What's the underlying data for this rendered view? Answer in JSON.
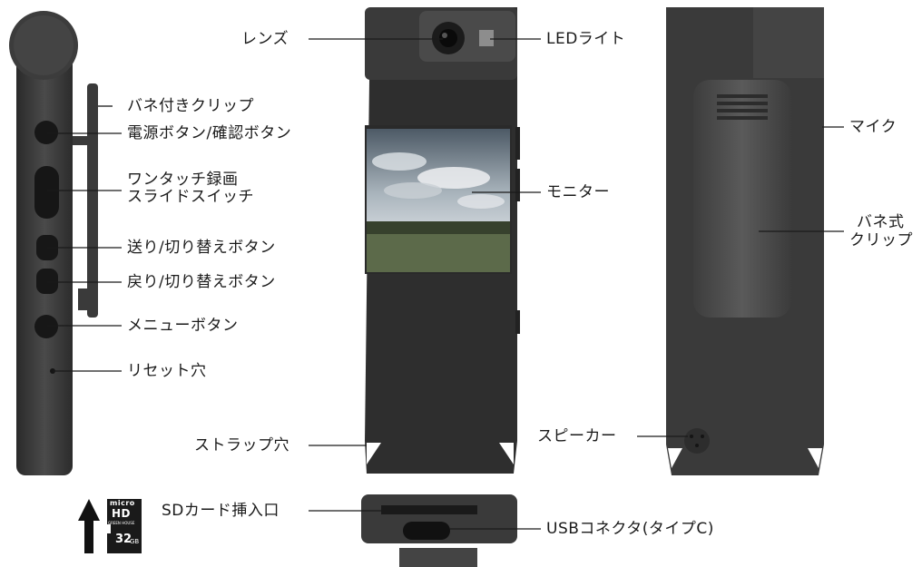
{
  "labels": {
    "lens": "レンズ",
    "led_light": "LEDライト",
    "spring_clip": "バネ付きクリップ",
    "power_button": "電源ボタン/確認ボタン",
    "one_touch_record_l1": "ワンタッチ録画",
    "one_touch_record_l2": "スライドスイッチ",
    "forward_button": "送り/切り替えボタン",
    "back_button": "戻り/切り替えボタン",
    "menu_button": "メニューボタン",
    "reset_hole": "リセット穴",
    "monitor": "モニター",
    "strap_hole": "ストラップ穴",
    "mic": "マイク",
    "spring_clip_back_l1": "バネ式",
    "spring_clip_back_l2": "クリップ",
    "speaker": "スピーカー",
    "sd_slot": "SDカード挿入口",
    "usb_connector": "USBコネクタ(タイプC)"
  },
  "sd_card": {
    "brand_l1": "micro",
    "brand_l2": "HD",
    "maker": "GREEN HOUSE",
    "capacity": "32",
    "unit": "GB"
  }
}
